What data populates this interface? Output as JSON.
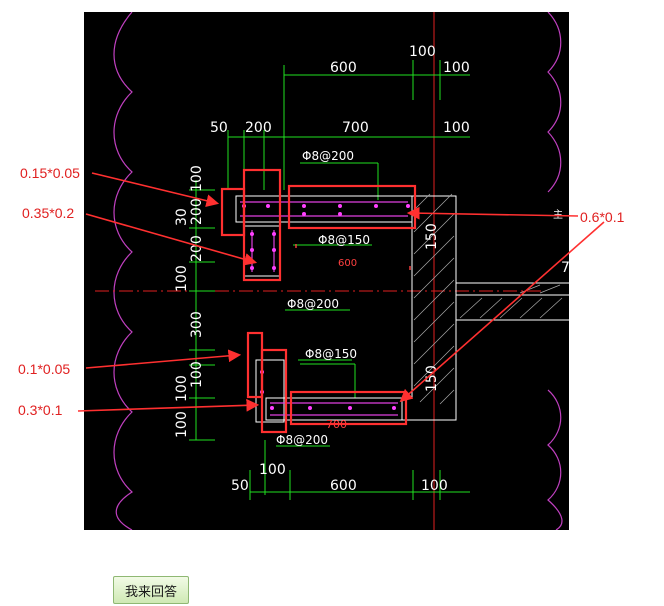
{
  "drawing": {
    "dimensions": {
      "top_100_a": "100",
      "top_600": "600",
      "top_100_b": "100",
      "row2_50": "50",
      "row2_200": "200",
      "row2_700": "700",
      "row2_100": "100",
      "left_100_top": "100",
      "left_200_a": "200",
      "left_30": "30",
      "left_200_b": "200",
      "left_100_mid": "100",
      "left_300": "300",
      "left_100_low": "100",
      "left_100_b1": "100",
      "left_100_b2": "100",
      "inner_600": "600",
      "inner_700": "700",
      "wall_150_a": "150",
      "wall_150_b": "150",
      "bot_100": "100",
      "bot_50": "50",
      "bot_600": "600",
      "bot_100_b": "100",
      "main_fragment": "主",
      "seven_fragment": "7"
    },
    "rebar_labels": {
      "top_8at200": "Φ8@200",
      "top_8at150": "Φ8@150",
      "mid_8at200": "Φ8@200",
      "low_8at150": "Φ8@150",
      "bot_8at200": "Φ8@200"
    }
  },
  "callouts": {
    "c1": "0.15*0.05",
    "c2": "0.35*0.2",
    "c3": "0.1*0.05",
    "c4": "0.3*0.1",
    "c5": "0.6*0.1"
  },
  "answer_button": {
    "label": "我来回答"
  }
}
